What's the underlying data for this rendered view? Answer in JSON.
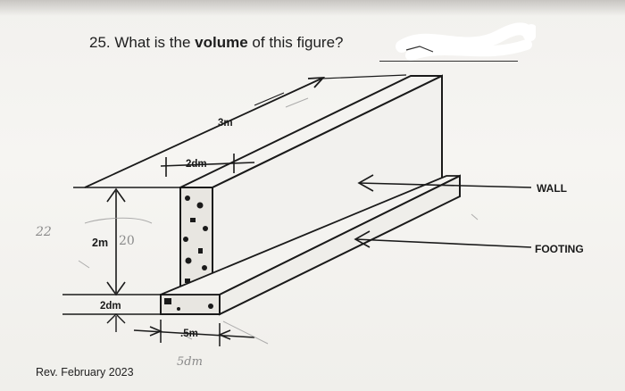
{
  "question": {
    "number": "25.",
    "text_before": "What is the",
    "emphasis": "volume",
    "text_after": "of this figure?"
  },
  "figure": {
    "dim_length": "3m",
    "dim_wall_thickness": "2dm",
    "dim_height": "2m",
    "dim_footing_height": "2dm",
    "dim_footing_width": ".5m",
    "label_wall": "WALL",
    "label_footing": "FOOTING"
  },
  "handwriting": {
    "height_note": "20",
    "footing_note": "5dm",
    "margin_mark": "22"
  },
  "footer": {
    "revision": "Rev. February 2023"
  },
  "colors": {
    "ink": "#1e1e1e",
    "pencil": "#8a8a8a",
    "paper": "#f3f2ef"
  }
}
